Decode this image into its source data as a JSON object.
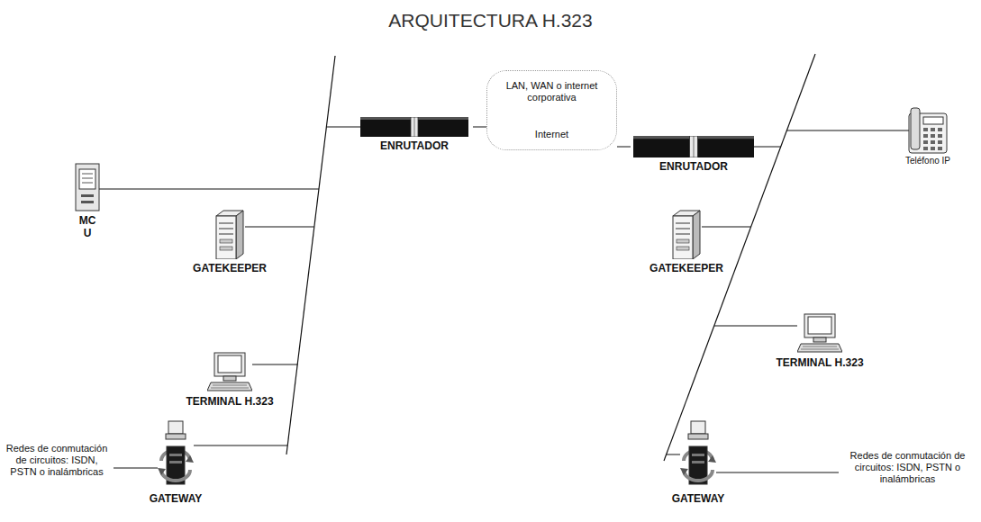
{
  "diagram": {
    "title": "ARQUITECTURA H.323",
    "nodes": [
      {
        "text": [
          "MC U"
        ]
      },
      {
        "text": [
          "ENRUTADOR"
        ]
      },
      {
        "text": [
          "GATEKEEPER"
        ]
      },
      {
        "text": [
          "TERMINAL H.323"
        ]
      },
      {
        "text": [
          "GATEWAY"
        ]
      },
      {
        "text": [
          "LAN, WAN o internet corporativa",
          "Internet"
        ]
      },
      {
        "text": [
          "ENRUTADOR"
        ]
      },
      {
        "text": [
          "Teléfono IP"
        ]
      },
      {
        "text": [
          "GATEKEEPER"
        ]
      },
      {
        "text": [
          "TERMINAL H.323"
        ]
      },
      {
        "text": [
          "GATEWAY"
        ]
      }
    ],
    "edges": [
      {
        "from": 1,
        "to": 5,
        "arrow": "none"
      },
      {
        "from": 5,
        "to": 6,
        "arrow": "none"
      }
    ],
    "labels": [
      "Redes de conmutación de circuitos: ISDN, PSTN o inalámbricas",
      "Redes de conmutación de circuitos: ISDN, PSTN o inalámbricas"
    ]
  }
}
